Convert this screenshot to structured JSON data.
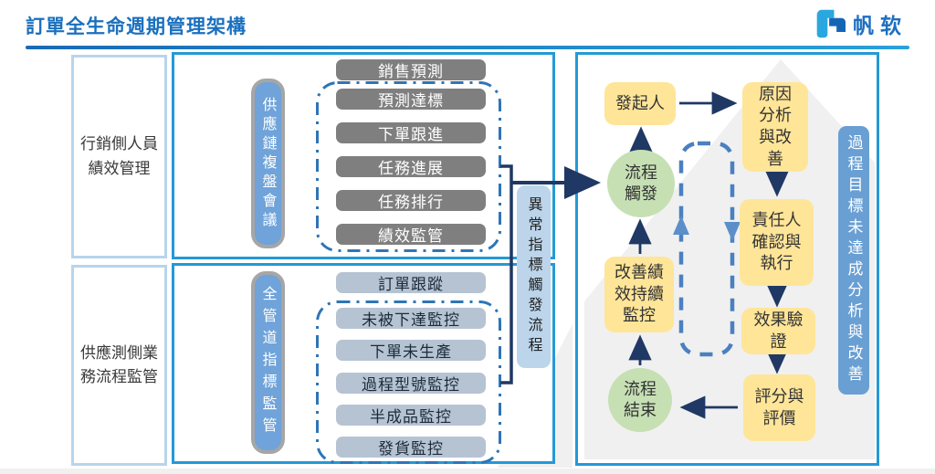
{
  "header": {
    "title": "訂單全生命週期管理架構",
    "logo_text": "帆软"
  },
  "sections": [
    {
      "label": "行銷側人員績效管理",
      "pill": "供應鏈複盤會議",
      "lead": "銷售預測",
      "items": [
        "預測達標",
        "下單跟進",
        "任務進展",
        "任務排行",
        "績效監管"
      ]
    },
    {
      "label": "供應測側業務流程監管",
      "pill": "全管道指標監管",
      "lead": "訂單跟蹤",
      "items": [
        "未被下達監控",
        "下單未生產",
        "過程型號監控",
        "半成品監控",
        "發貨監控"
      ]
    }
  ],
  "connector": {
    "label": "異常指標觸發流程"
  },
  "flow": {
    "initiator": "發起人",
    "trigger": "流程觸發",
    "cause": "原因分析與改善",
    "owner": "責任人確認與執行",
    "verify": "效果驗證",
    "score": "評分與評價",
    "monitor": "改善績效持續監控",
    "end": "流程結束",
    "side_label": "過程目標未達成分析與改善"
  },
  "colors": {
    "accent_blue": "#2499d6",
    "light_border": "#b8d4ec",
    "gray_box": "#7f7f7f",
    "steel_box": "#b6c3d3",
    "pill_fill": "#6fa3d9",
    "pill_border": "#a6a6a6",
    "yellow_node": "#ffe598",
    "green_node": "#c6e0b4",
    "side_label_blue": "#699fd3",
    "connector_fill": "#bcd5ea",
    "navy_arrow": "#1f3864",
    "dash_group_blue": "#2e75b6",
    "loop_blue": "#4a80c0",
    "title_blue": "#1a70be"
  }
}
